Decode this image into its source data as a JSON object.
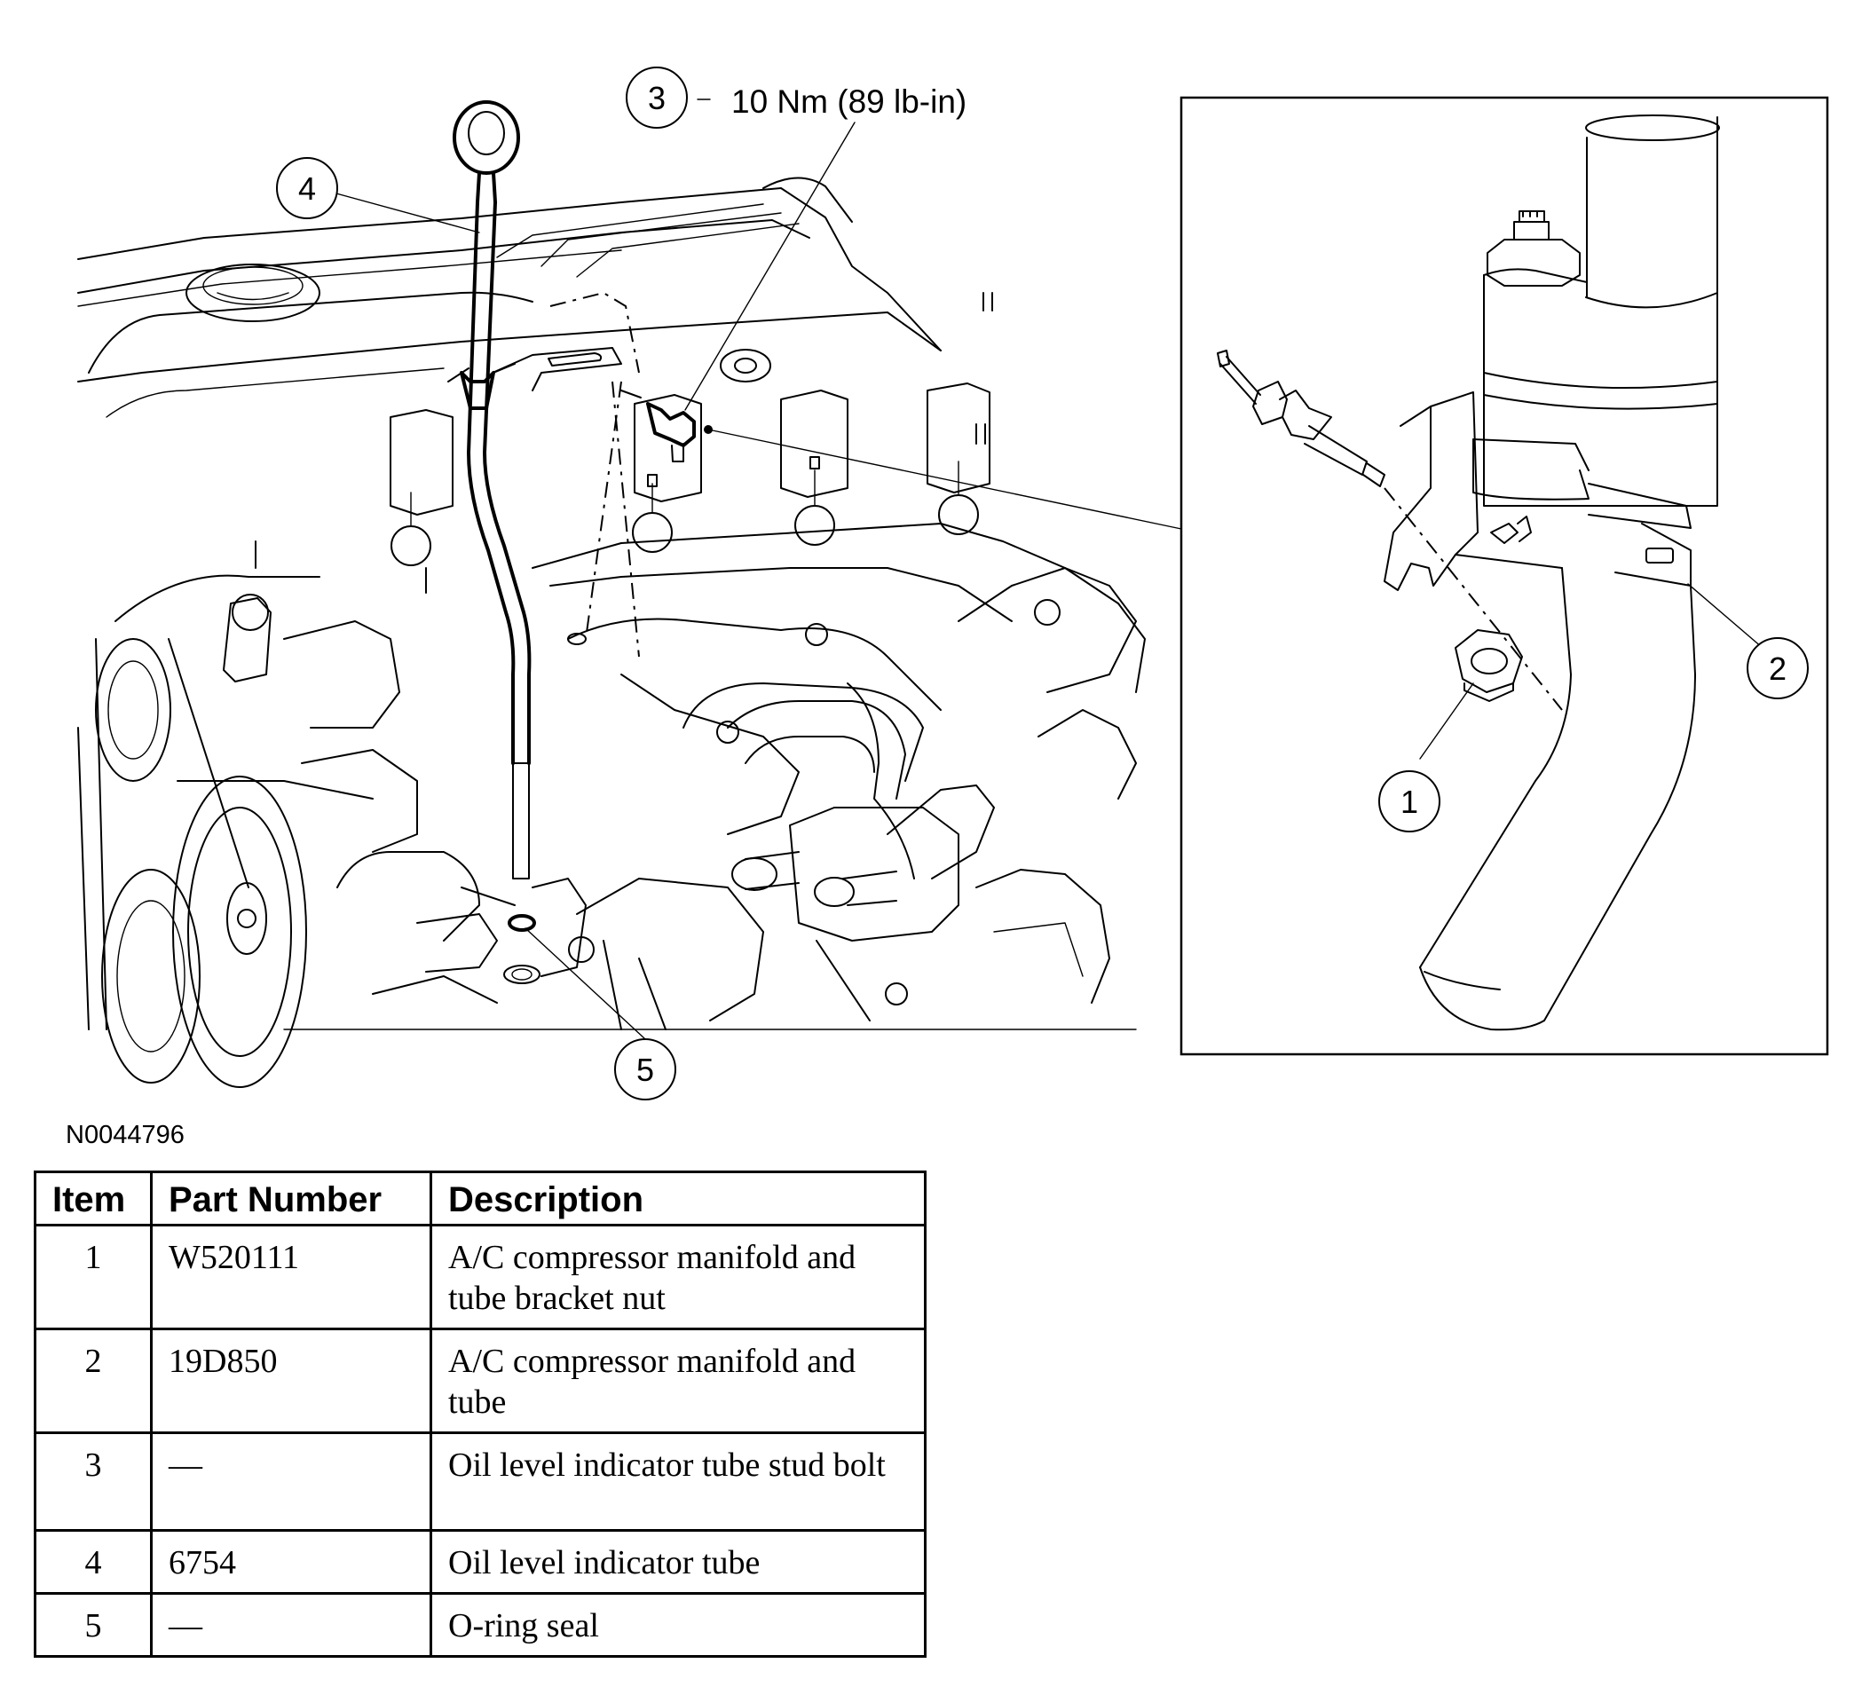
{
  "callouts": {
    "c1": "1",
    "c2": "2",
    "c3": "3",
    "c4": "4",
    "c5": "5"
  },
  "torque_spec": "10 Nm (89 lb-in)",
  "figure_id": "N0044796",
  "table": {
    "headers": [
      "Item",
      "Part Number",
      "Description"
    ],
    "rows": [
      {
        "item": "1",
        "part_number": "W520111",
        "description": "A/C compressor manifold and tube bracket nut"
      },
      {
        "item": "2",
        "part_number": "19D850",
        "description": "A/C compressor manifold and tube"
      },
      {
        "item": "3",
        "part_number": "—",
        "description": "Oil level indicator tube stud bolt"
      },
      {
        "item": "4",
        "part_number": "6754",
        "description": "Oil level indicator tube"
      },
      {
        "item": "5",
        "part_number": "—",
        "description": "O-ring seal"
      }
    ]
  }
}
